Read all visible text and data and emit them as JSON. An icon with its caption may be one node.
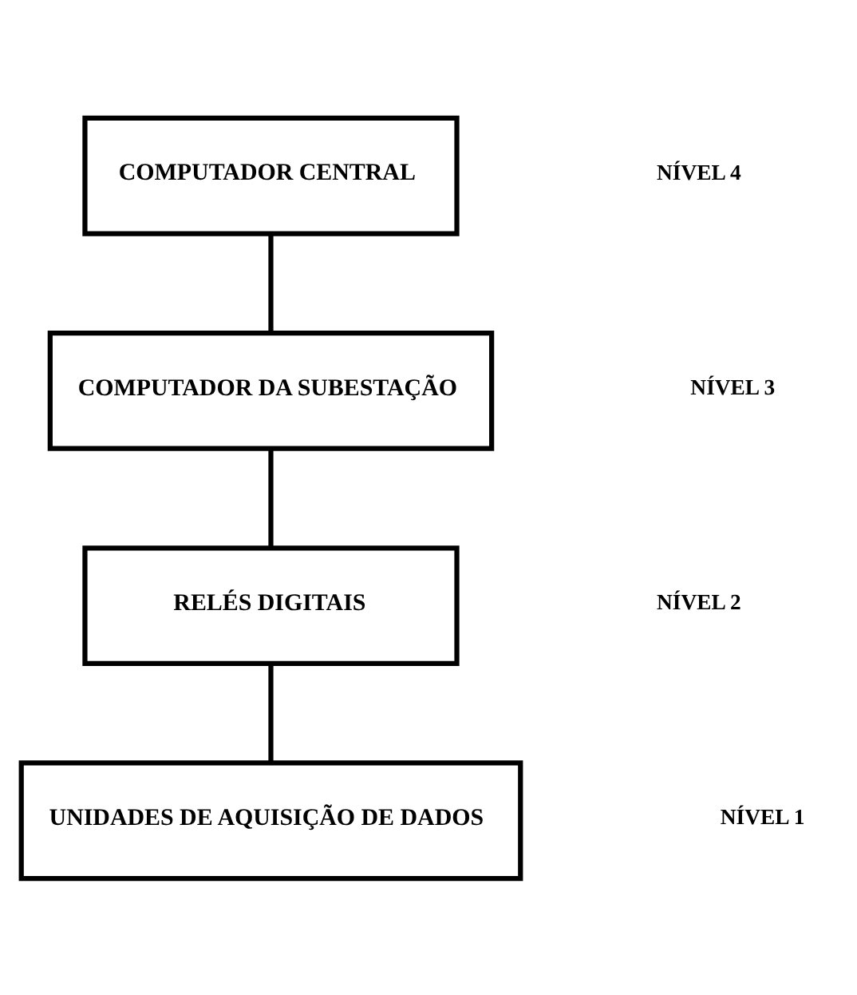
{
  "diagram": {
    "nodes": [
      {
        "text": [
          "COMPUTADOR CENTRAL"
        ]
      },
      {
        "text": [
          "COMPUTADOR DA SUBESTAÇÃO"
        ]
      },
      {
        "text": [
          "RELÉS DIGITAIS"
        ]
      },
      {
        "text": [
          "UNIDADES DE AQUISIÇÃO DE DADOS"
        ]
      }
    ],
    "edges": [
      {
        "from": 0,
        "to": 1,
        "arrow": "none"
      },
      {
        "from": 1,
        "to": 2,
        "arrow": "none"
      },
      {
        "from": 2,
        "to": 3,
        "arrow": "none"
      }
    ],
    "labels": [
      "NÍVEL 4",
      "NÍVEL 3",
      "NÍVEL 2",
      "NÍVEL 1"
    ]
  }
}
